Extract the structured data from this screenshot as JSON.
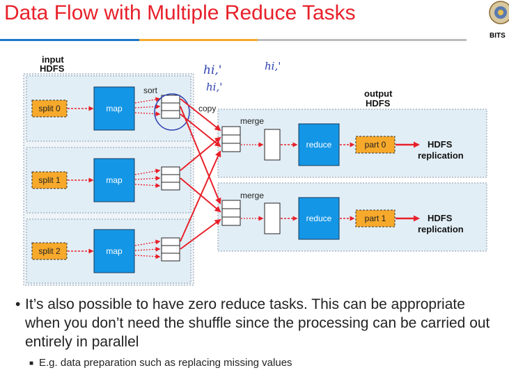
{
  "slide": {
    "title": "Data Flow with Multiple Reduce Tasks",
    "logo_text": "BITS"
  },
  "colors": {
    "title": "#e8202a",
    "arrow": "#e8202a",
    "map_fill": "#1496e6",
    "split_fill": "#f7a92b",
    "container_fill": "#e2eef6",
    "rule": [
      "#1e78c8",
      "#f7a92b",
      "#999999"
    ]
  },
  "diagram": {
    "input_label_line1": "input",
    "input_label_line2": "HDFS",
    "output_label_line1": "output",
    "output_label_line2": "HDFS",
    "sort_label": "sort",
    "copy_label": "copy",
    "merge_label": "merge",
    "splits": [
      "split 0",
      "split 1",
      "split 2"
    ],
    "map_label": "map",
    "reduce_label": "reduce",
    "parts": [
      "part 0",
      "part 1"
    ],
    "hdfs_label": "HDFS",
    "replication_label": "replication",
    "handwriting": [
      "hi,'",
      "hi,'",
      "hi,'"
    ]
  },
  "bullets": {
    "main": "It’s also possible to have zero reduce tasks. This can be appropriate when you don’t need the shuffle since the processing can be carried out entirely in parallel",
    "sub": "E.g. data preparation such as replacing missing values"
  }
}
